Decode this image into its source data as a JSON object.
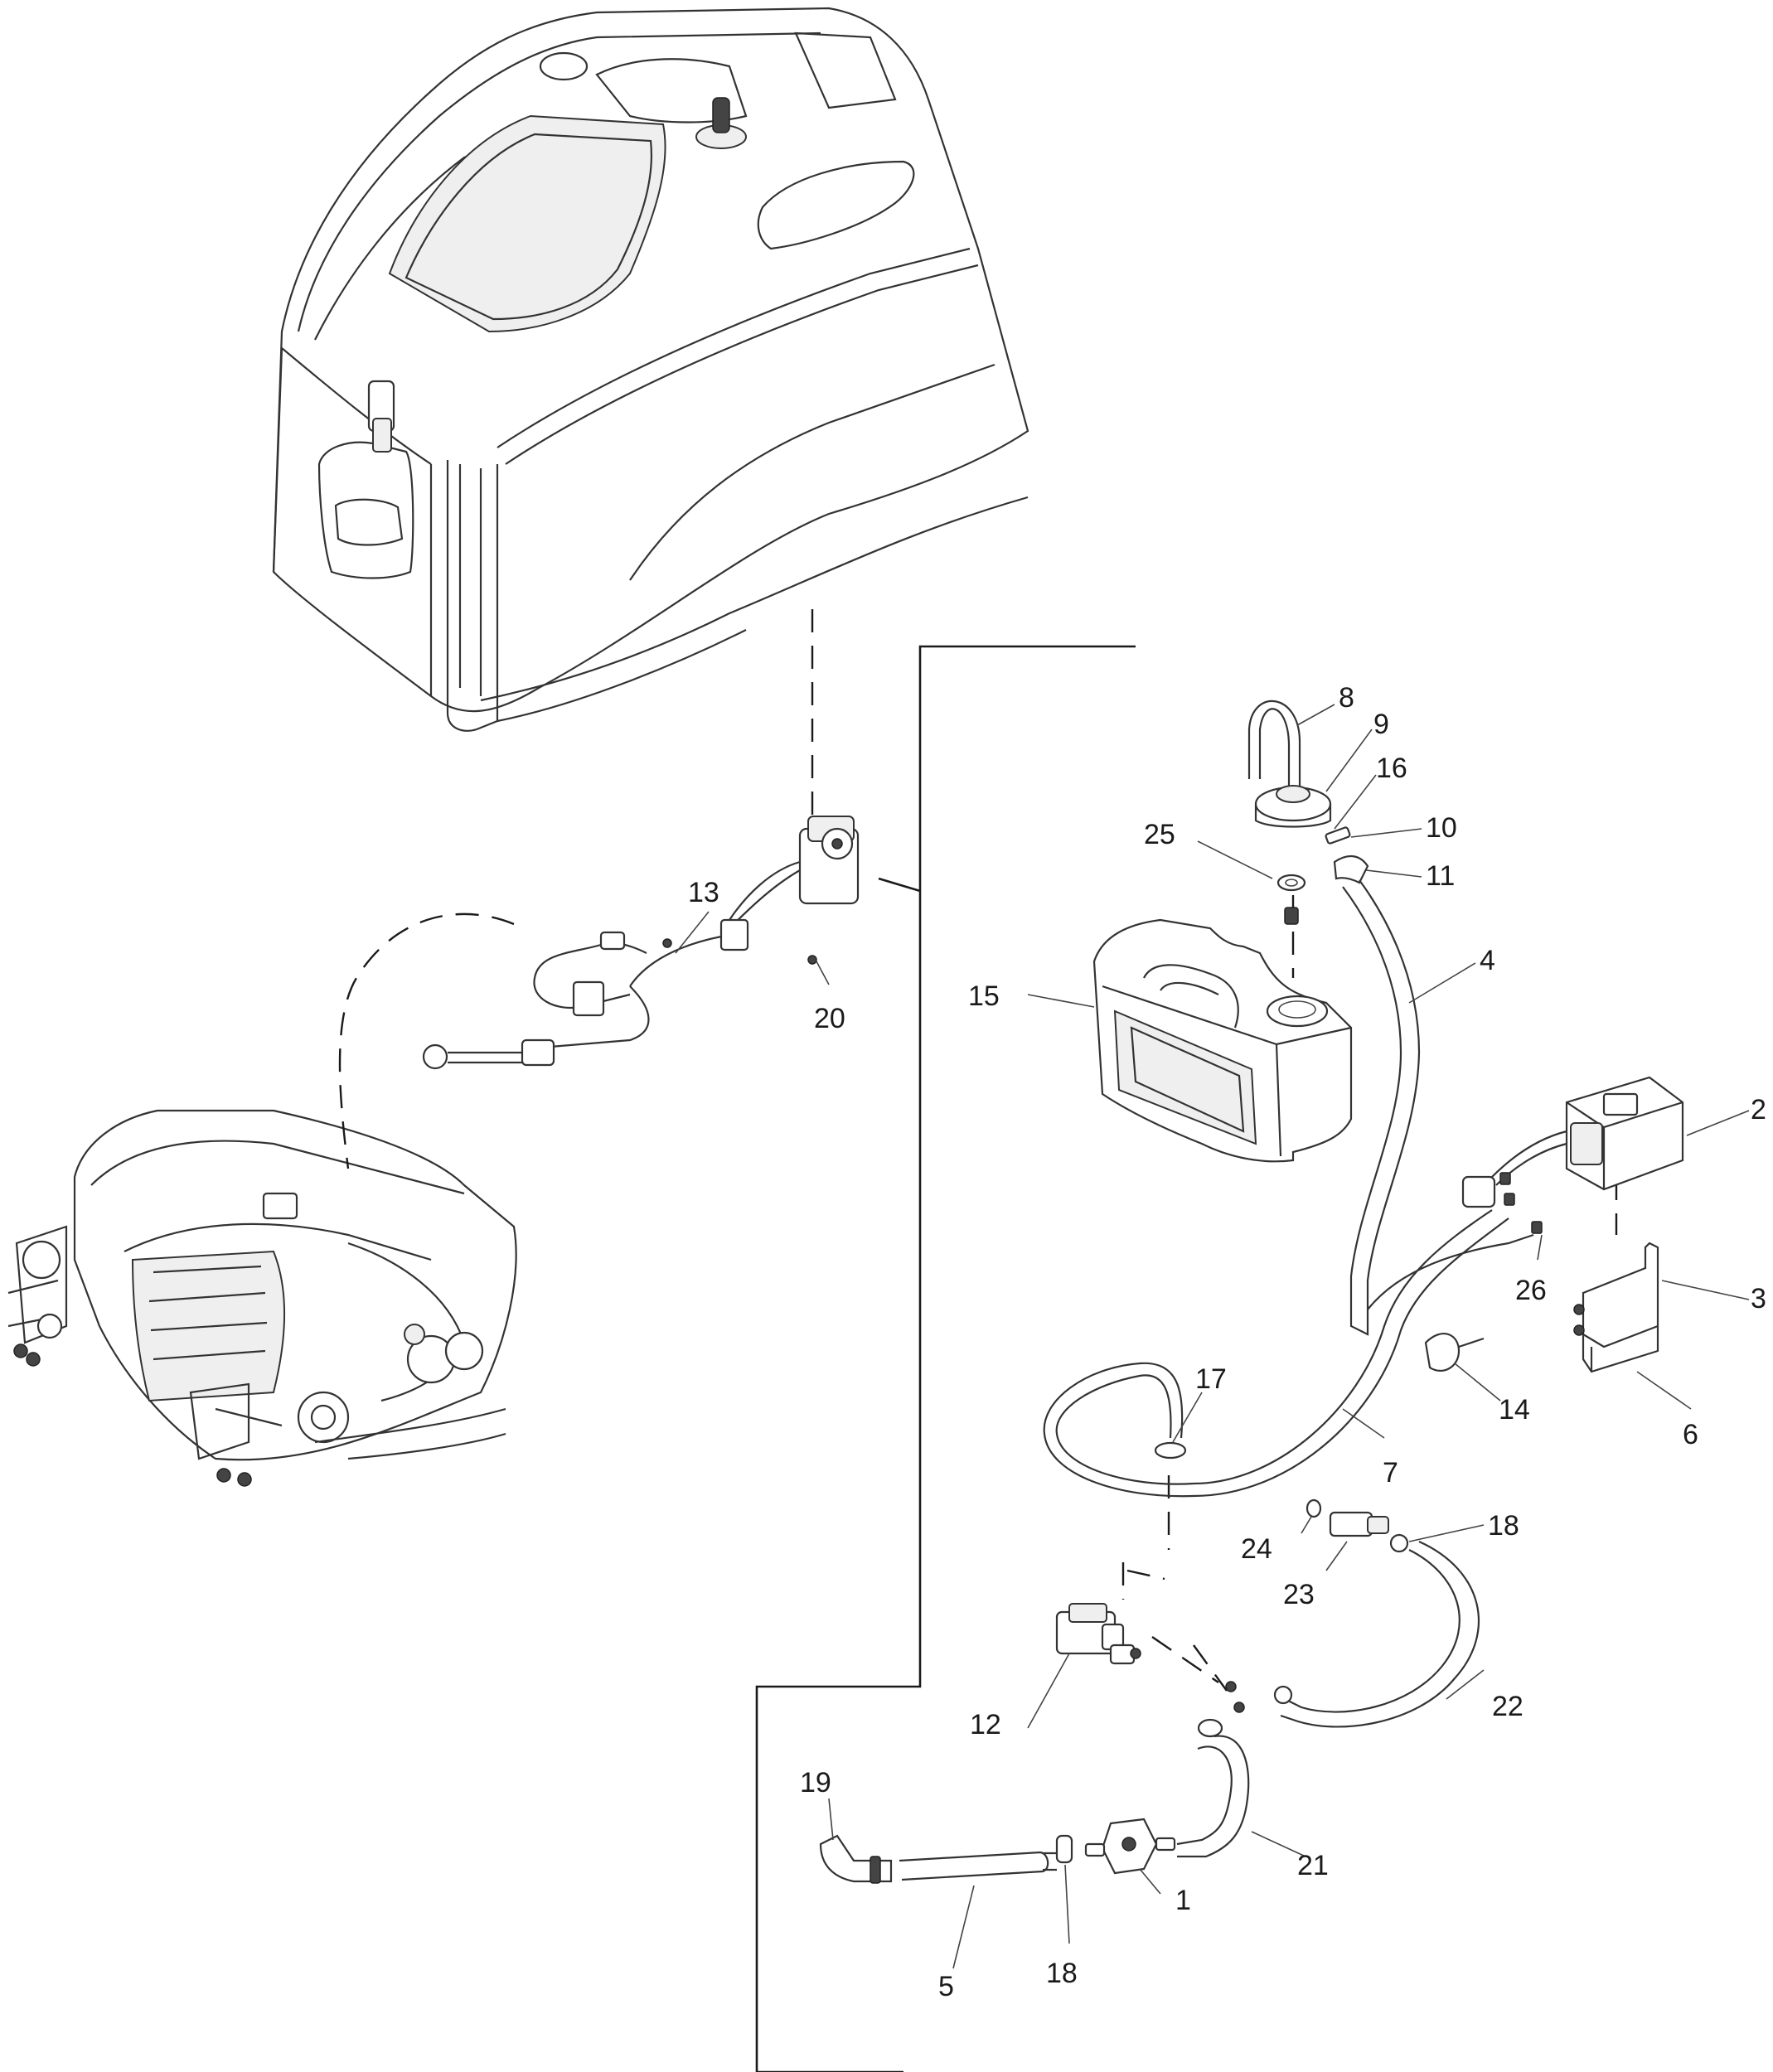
{
  "callouts": {
    "c1": "1",
    "c2": "2",
    "c3": "3",
    "c4": "4",
    "c5": "5",
    "c6": "6",
    "c7": "7",
    "c8": "8",
    "c9": "9",
    "c10": "10",
    "c11": "11",
    "c12": "12",
    "c13": "13",
    "c14": "14",
    "c15": "15",
    "c16": "16",
    "c17": "17",
    "c18a": "18",
    "c18b": "18",
    "c19": "19",
    "c20": "20",
    "c21": "21",
    "c22": "22",
    "c23": "23",
    "c24": "24",
    "c25": "25",
    "c26": "26"
  }
}
